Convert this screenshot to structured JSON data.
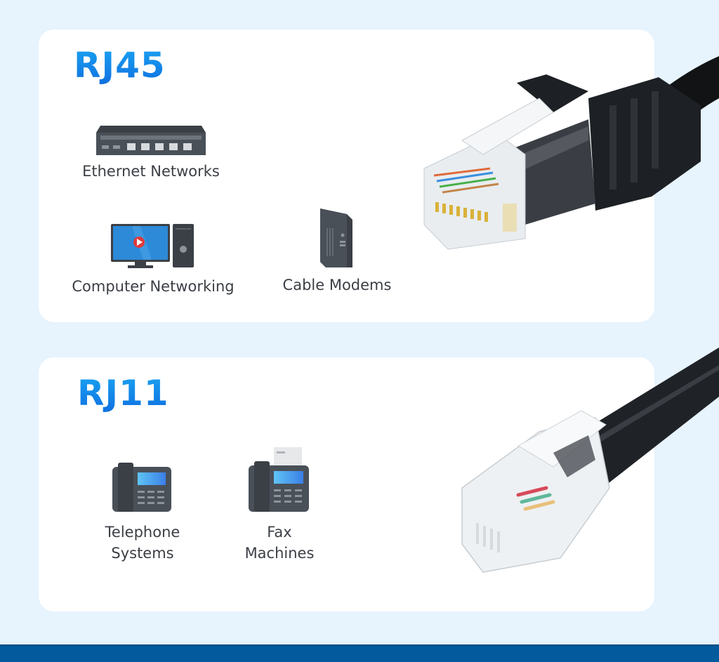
{
  "sections": [
    {
      "title": "RJ45",
      "items": [
        {
          "label": "Ethernet Networks",
          "icon": "network-switch-icon"
        },
        {
          "label": "Computer Networking",
          "icon": "desktop-computer-icon"
        },
        {
          "label": "Cable Modems",
          "icon": "cable-modem-icon"
        }
      ],
      "image": "rj45-connector"
    },
    {
      "title": "RJ11",
      "items": [
        {
          "label_line1": "Telephone",
          "label_line2": "Systems",
          "icon": "telephone-icon"
        },
        {
          "label_line1": "Fax",
          "label_line2": "Machines",
          "icon": "fax-machine-icon"
        }
      ],
      "image": "rj11-connector"
    }
  ],
  "colors": {
    "background": "#e7f3fd",
    "card": "#ffffff",
    "title_gradient_top": "#1aa4f2",
    "title_gradient_bottom": "#0f6fe0",
    "label_text": "#3b3f45",
    "footer_bar": "#035a9c"
  }
}
